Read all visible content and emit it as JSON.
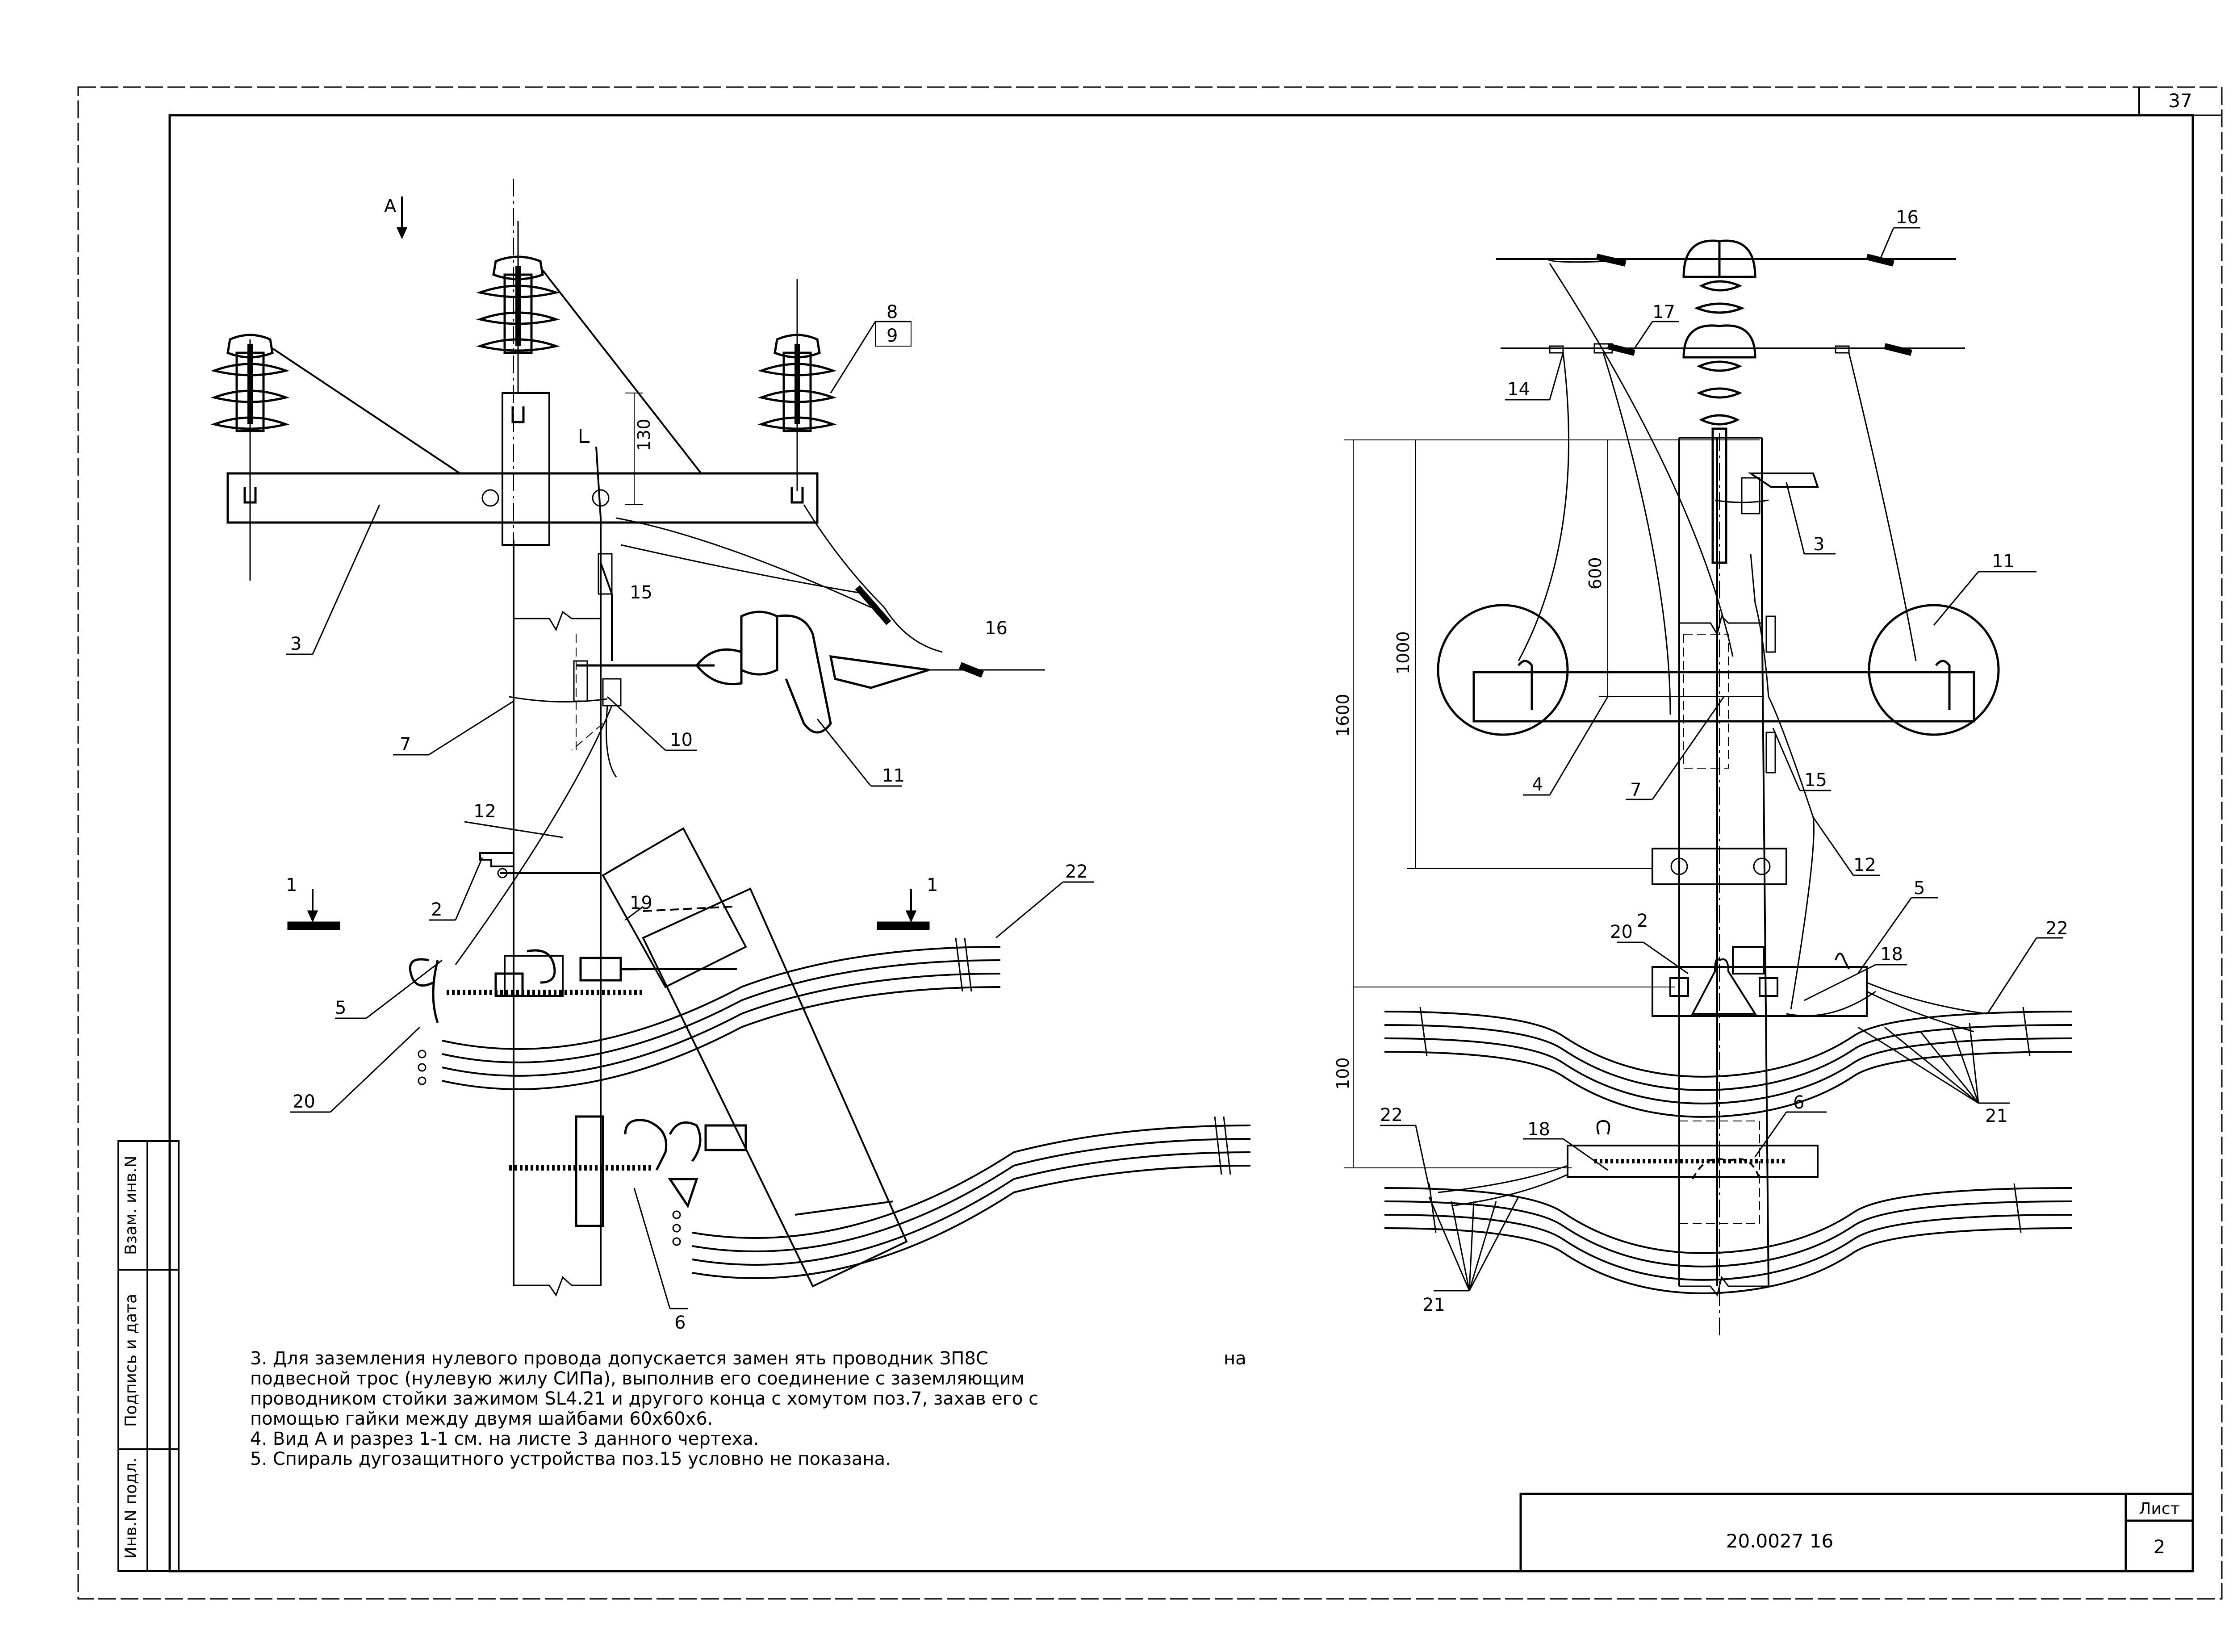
{
  "sheet": {
    "page_number": "37",
    "drawing_code": "20.0027 16",
    "sheet_label": "Лист",
    "sheet_number": "2"
  },
  "view_markers": {
    "view_a": "A",
    "section_left": "1",
    "section_right": "1"
  },
  "dimensions": {
    "d130": "130",
    "d600": "600",
    "d1000": "1000",
    "d1600": "1600",
    "d100": "100"
  },
  "stamp_fields": {
    "vzam_inv": "Взам. инв.N",
    "podpis_data": "Подпись и дата",
    "inv_podl": "Инв.N подл."
  },
  "callouts_left": {
    "c3": "3",
    "c7": "7",
    "c10": "10",
    "c11": "11",
    "c12": "12",
    "c15": "15",
    "c16": "16",
    "c2": "2",
    "c5": "5",
    "c19": "19",
    "c20": "20",
    "c22": "22",
    "c6": "6",
    "c8": "8",
    "c9": "9"
  },
  "callouts_right": {
    "c16": "16",
    "c17": "17",
    "c14": "14",
    "c3": "3",
    "c11": "11",
    "c4": "4",
    "c7": "7",
    "c15": "15",
    "c12": "12",
    "c5": "5",
    "c2": "2",
    "c20": "20",
    "c18a": "18",
    "c22a": "22",
    "c21a": "21",
    "c6": "6",
    "c18b": "18",
    "c22b": "22",
    "c21b": "21"
  },
  "notes": {
    "line1": "3. Для заземления нулевого провода допускается замен ять проводник ЗП8С",
    "line1_tail": "на",
    "line2": "подвесной трос (нулевую жилу СИПа), выполнив его соединение с заземляющим",
    "line3": "проводником стойки зажимом SL4.21 и другого конца с хомутом поз.7, захав его с",
    "line4": "помощью гайки между двумя шайбами 60х60х6.",
    "line5": "4. Вид А и разрез 1-1 см. на листе 3 данного чертеха.",
    "line6": "5. Спираль дугозащитного устройства поз.15 условно не показана."
  }
}
